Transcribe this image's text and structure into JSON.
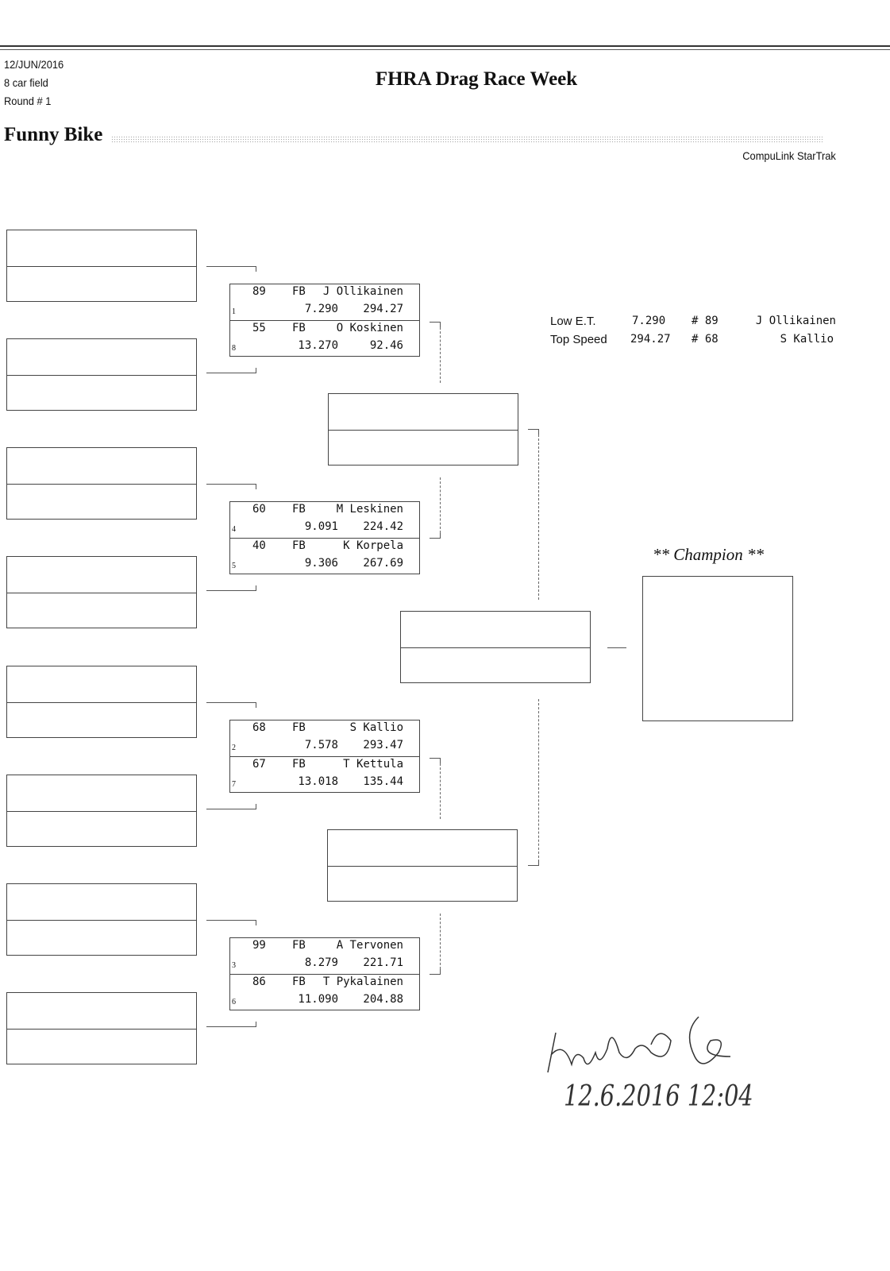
{
  "header": {
    "date": "12/JUN/2016",
    "field": "8 car field",
    "round": "Round # 1",
    "title": "FHRA Drag Race Week",
    "class_name": "Funny Bike",
    "brand": "CompuLink StarTrak"
  },
  "matchups": [
    {
      "seed_top": "1",
      "seed_bottom": "8",
      "top": {
        "number": "89",
        "class": "FB",
        "name": "J Ollikainen",
        "et": "7.290",
        "speed": "294.27"
      },
      "bottom": {
        "number": "55",
        "class": "FB",
        "name": "O Koskinen",
        "et": "13.270",
        "speed": "92.46"
      }
    },
    {
      "seed_top": "4",
      "seed_bottom": "5",
      "top": {
        "number": "60",
        "class": "FB",
        "name": "M Leskinen",
        "et": "9.091",
        "speed": "224.42"
      },
      "bottom": {
        "number": "40",
        "class": "FB",
        "name": "K Korpela",
        "et": "9.306",
        "speed": "267.69"
      }
    },
    {
      "seed_top": "2",
      "seed_bottom": "7",
      "top": {
        "number": "68",
        "class": "FB",
        "name": "S Kallio",
        "et": "7.578",
        "speed": "293.47"
      },
      "bottom": {
        "number": "67",
        "class": "FB",
        "name": "T Kettula",
        "et": "13.018",
        "speed": "135.44"
      }
    },
    {
      "seed_top": "3",
      "seed_bottom": "6",
      "top": {
        "number": "99",
        "class": "FB",
        "name": "A Tervonen",
        "et": "8.279",
        "speed": "221.71"
      },
      "bottom": {
        "number": "86",
        "class": "FB",
        "name": "T Pykalainen",
        "et": "11.090",
        "speed": "204.88"
      }
    }
  ],
  "stats": {
    "low_et": {
      "label": "Low  E.T.",
      "value": "7.290",
      "number": "# 89",
      "name": "J Ollikainen"
    },
    "top_speed": {
      "label": "Top Speed",
      "value": "294.27",
      "number": "# 68",
      "name": "S Kallio"
    }
  },
  "champion_label": "** Champion **",
  "signature": {
    "date": "12.6.2016 12:04"
  }
}
